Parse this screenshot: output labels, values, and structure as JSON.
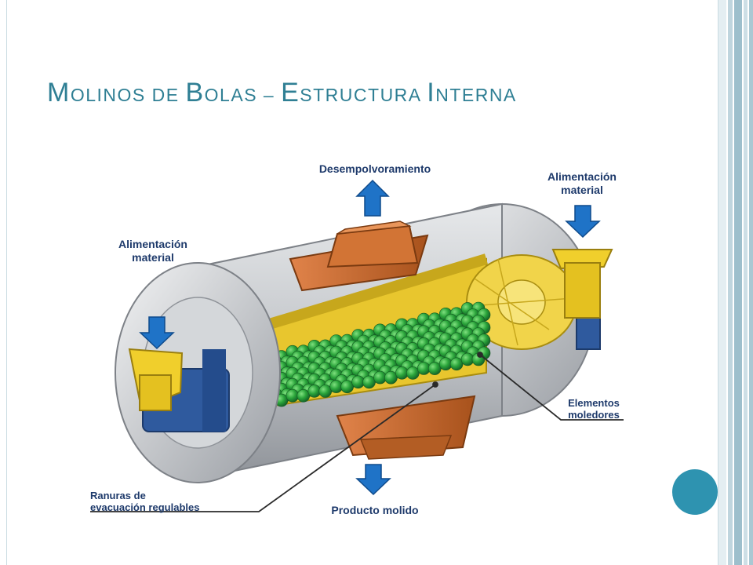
{
  "slide": {
    "title_parts": [
      {
        "text": "M",
        "small": false
      },
      {
        "text": "olinos de ",
        "small": true
      },
      {
        "text": "B",
        "small": false
      },
      {
        "text": "olas – ",
        "small": true
      },
      {
        "text": "E",
        "small": false
      },
      {
        "text": "structura ",
        "small": true
      },
      {
        "text": "I",
        "small": false
      },
      {
        "text": "nterna",
        "small": true
      }
    ],
    "accent_color": "#2f7f94",
    "circle_color": "#2e93b0"
  },
  "diagram": {
    "labels": {
      "top": "Desempolvoramiento",
      "feed_left_1": "Alimentación",
      "feed_left_2": "material",
      "feed_right_1": "Alimentación",
      "feed_right_2": "material",
      "grinding_1": "Elementos",
      "grinding_2": "moledores",
      "slots_1": "Ranuras de",
      "slots_2": "evacuación regulables",
      "bottom": "Producto molido"
    },
    "colors": {
      "arrow": "#1f73c7",
      "shell": "#b9bcc0",
      "liner": "#e8c62e",
      "balls": "#2aa43a",
      "hopper": "#c86a2c",
      "bearing": "#2f5a9e",
      "feeder": "#f0cf2c",
      "label": "#1e3a6b"
    }
  }
}
